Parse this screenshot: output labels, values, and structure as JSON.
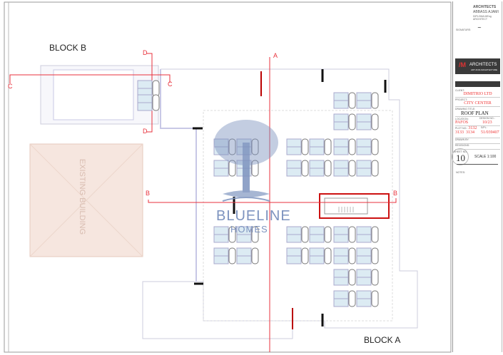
{
  "drawing": {
    "block_b_label": "BLOCK B",
    "block_a_label": "BLOCK A",
    "existing_building_label": "EXISTING BUILDING",
    "section_marks": {
      "a": "A",
      "b": "B",
      "c": "C",
      "d": "D"
    },
    "watermark": {
      "line1": "BLUELINE",
      "line2": "HOMES"
    },
    "colors": {
      "section_line": "#e8323c",
      "panel": "#dcebf3",
      "existing_building": "#f6e6df",
      "watermark": "#7d93bf"
    }
  },
  "title_block": {
    "firm_name": "ARCHITECTS",
    "architect_name": "ABBASS AJAMI",
    "architect_role": "DIPLOMA MEng ARCHITECT",
    "signature_label": "SIGNATURE:",
    "logo_text": "ARCHITECTS",
    "logo_sub": "ART AND ARCHITECTURE",
    "client_label": "CLIENT:",
    "client": "DIMITRIO LTD",
    "project_label": "PROJECT:",
    "project": "CITY CENTER",
    "drawing_title_label": "DRAWING TITLE:",
    "drawing_title": "ROOF PLAN",
    "location_label": "LOCATION:",
    "location": "PAFOS",
    "design_no_label": "DESIGN NO.:",
    "design_no": "10/23",
    "plot_no_label": "PLOT NO.:",
    "plot_no": "3132",
    "plot_no_2": "3133",
    "plot_no_3": "3134",
    "sheet_plan_label": "S/PL:",
    "sheet_plan": "51/039407",
    "drawn_label": "DRAWN BY:",
    "revision_label": "REVISIONS:",
    "sheet_no_label": "SHEET NO.",
    "sheet_no": "10",
    "scale": "SCALE 1:100",
    "notes_label": "NOTES:"
  }
}
